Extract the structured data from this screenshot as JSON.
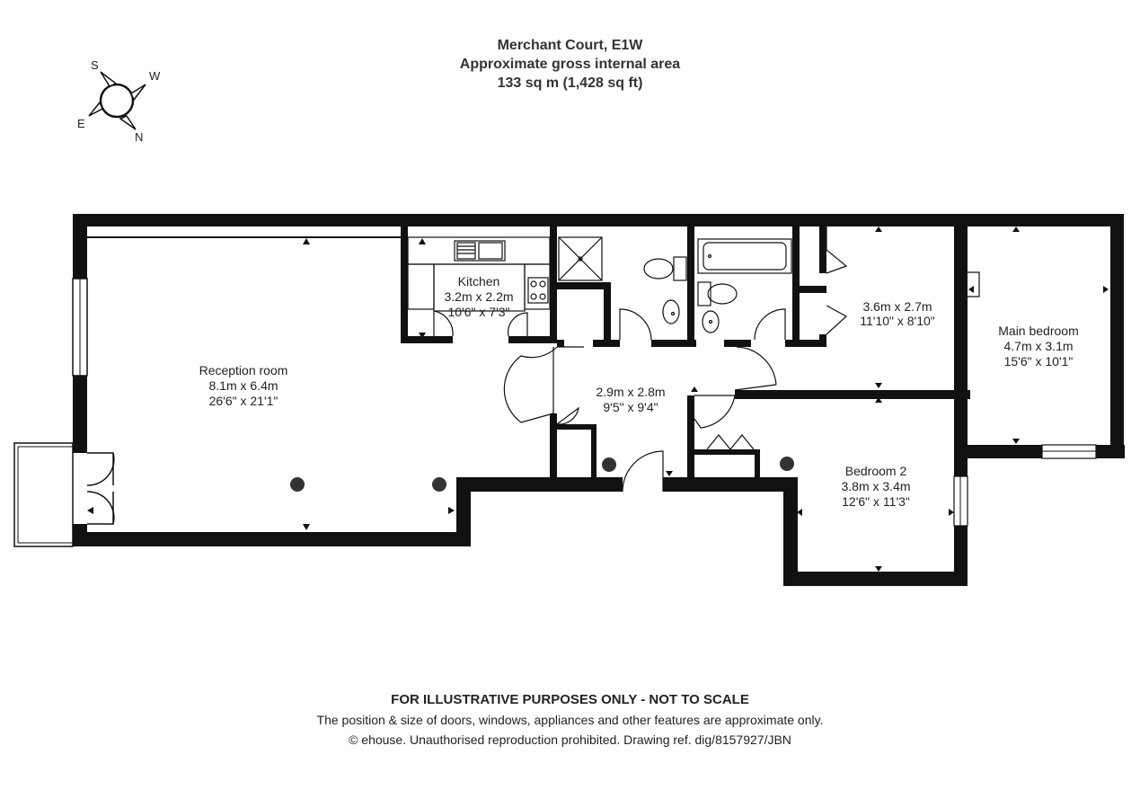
{
  "header": {
    "title": "Merchant Court, E1W",
    "subtitle": "Approximate gross internal area",
    "area": "133 sq m (1,428 sq ft)"
  },
  "compass": {
    "s": "S",
    "w": "W",
    "e": "E",
    "n": "N"
  },
  "rooms": {
    "reception": {
      "name": "Reception room",
      "metric": "8.1m x 6.4m",
      "imperial": "26'6\" x 21'1\""
    },
    "kitchen": {
      "name": "Kitchen",
      "metric": "3.2m x 2.2m",
      "imperial": "10'6\" x 7'3\""
    },
    "hall": {
      "metric": "2.9m x 2.8m",
      "imperial": "9'5\" x 9'4\""
    },
    "study": {
      "metric": "3.6m x 2.7m",
      "imperial": "11'10\" x 8'10\""
    },
    "main_bedroom": {
      "name": "Main bedroom",
      "metric": "4.7m x 3.1m",
      "imperial": "15'6\" x 10'1\""
    },
    "bedroom2": {
      "name": "Bedroom 2",
      "metric": "3.8m x 3.4m",
      "imperial": "12'6\" x 11'3\""
    }
  },
  "footer": {
    "disclaimer": "FOR ILLUSTRATIVE PURPOSES ONLY - NOT TO SCALE",
    "note": "The position & size of doors, windows, appliances and other features are approximate only.",
    "copyright": "© ehouse. Unauthorised reproduction prohibited. Drawing ref. dig/8157927/JBN"
  }
}
